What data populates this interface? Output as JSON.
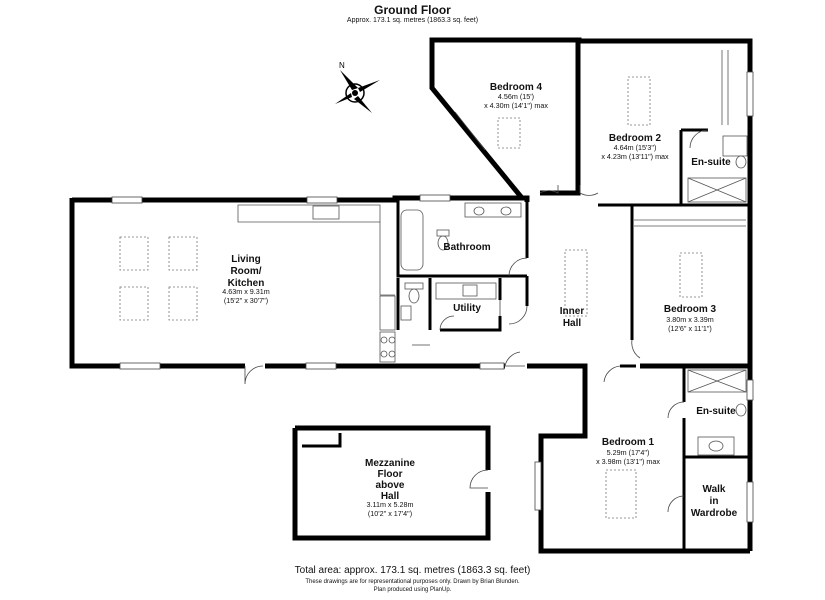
{
  "header": {
    "title": "Ground Floor",
    "subtitle": "Approx. 173.1 sq. metres (1863.3 sq. feet)"
  },
  "rooms": {
    "living": {
      "name_1": "Living",
      "name_2": "Room/",
      "name_3": "Kitchen",
      "dim_1": "4.63m x 9.31m",
      "dim_2": "(15'2\" x 30'7\")"
    },
    "bathroom": {
      "name": "Bathroom"
    },
    "utility": {
      "name": "Utility"
    },
    "inner_hall": {
      "name_1": "Inner",
      "name_2": "Hall"
    },
    "bedroom4": {
      "name": "Bedroom 4",
      "dim_1": "4.56m (15')",
      "dim_2": "x 4.30m (14'1\") max"
    },
    "bedroom2": {
      "name": "Bedroom 2",
      "dim_1": "4.64m (15'3\")",
      "dim_2": "x 4.23m (13'11\") max"
    },
    "ensuite_top": {
      "name": "En-suite"
    },
    "bedroom3": {
      "name": "Bedroom 3",
      "dim_1": "3.80m x 3.39m",
      "dim_2": "(12'6\" x 11'1\")"
    },
    "ensuite_bottom": {
      "name": "En-suite"
    },
    "bedroom1": {
      "name": "Bedroom 1",
      "dim_1": "5.29m (17'4\")",
      "dim_2": "x 3.98m (13'1\") max"
    },
    "wardrobe": {
      "name_1": "Walk",
      "name_2": "in",
      "name_3": "Wardrobe"
    },
    "mezzanine": {
      "name_1": "Mezzanine",
      "name_2": "Floor",
      "name_3": "above",
      "name_4": "Hall",
      "dim_1": "3.11m x 5.28m",
      "dim_2": "(10'2\" x 17'4\")"
    }
  },
  "compass": {
    "letter": "N"
  },
  "footer": {
    "total": "Total area: approx. 173.1 sq. metres (1863.3 sq. feet)",
    "disclaimer_1": "These drawings are for representational purposes only. Drawn by Brian Blunden.",
    "disclaimer_2": "Plan produced using PlanUp."
  }
}
